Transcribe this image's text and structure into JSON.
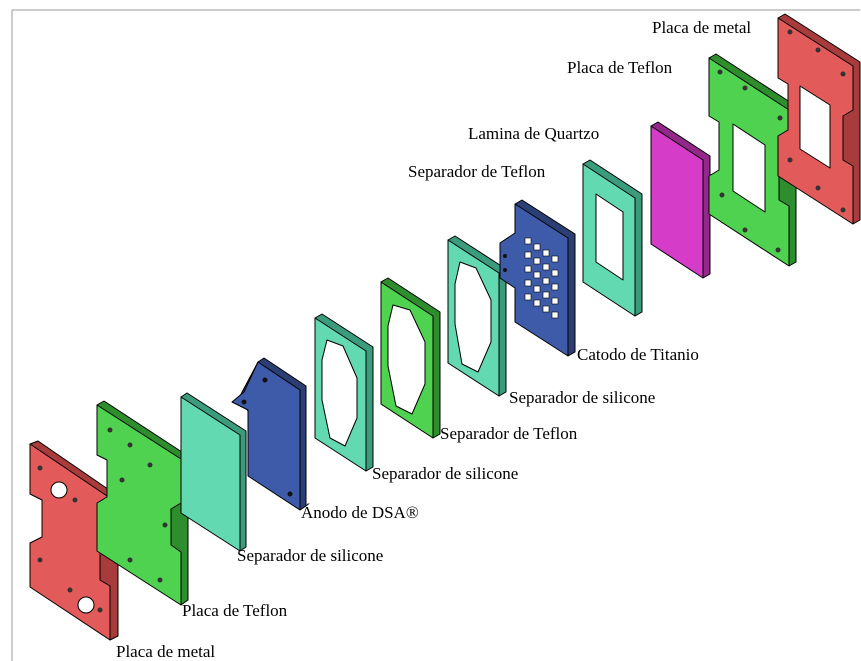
{
  "colors": {
    "metal": "#E35A5A",
    "metal_side": "#A83B3B",
    "teflon": "#4FD24F",
    "teflon_side": "#2E8E2E",
    "silicone": "#63D9B2",
    "silicone_side": "#3A9C7C",
    "electrode": "#3E5BA9",
    "electrode_side": "#2B3F75",
    "quartz": "#D53CC8",
    "quartz_side": "#93278A",
    "teflon_blue": "#5B8FD1"
  },
  "labels": {
    "placa_metal_top": "Placa de metal",
    "placa_teflon_top": "Placa de Teflon",
    "lamina_quartzo": "Lamina de Quartzo",
    "separador_teflon_top": "Separador de Teflon",
    "catodo_titanio": "Catodo de Titanio",
    "separador_silicone_3": "Separador de silicone",
    "separador_teflon_mid": "Separador de Teflon",
    "separador_silicone_2": "Separador de silicone",
    "anodo_dsa": "Ánodo de DSA®",
    "separador_silicone_1": "Separador de silicone",
    "placa_teflon_bottom": "Placa de Teflon",
    "placa_metal_bottom": "Placa de metal"
  }
}
